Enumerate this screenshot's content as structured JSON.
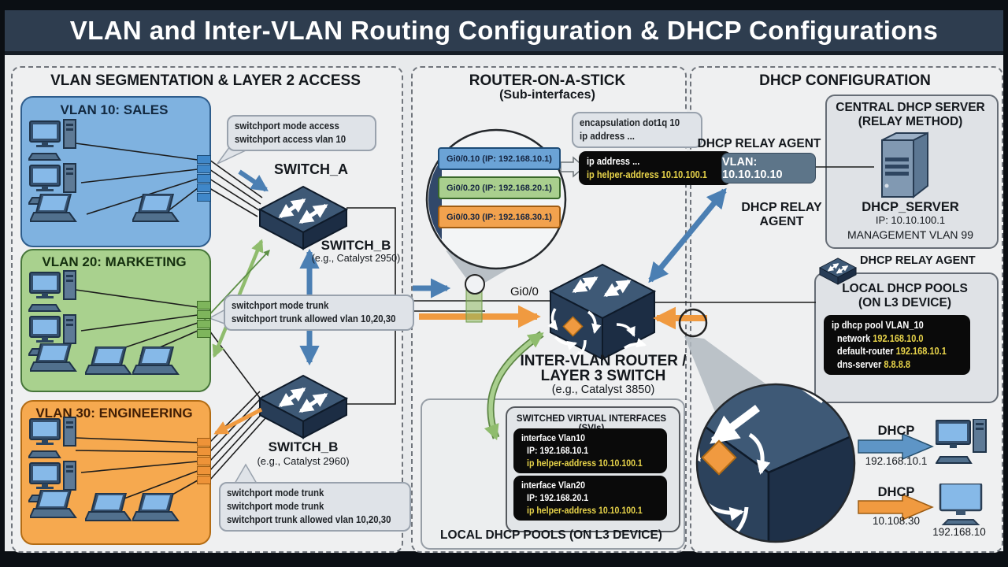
{
  "header": {
    "title": "VLAN and Inter-VLAN Routing Configuration & DHCP Configurations"
  },
  "colors": {
    "header": "#2e3d4f",
    "vlan10": "#7fb2e0",
    "vlan20": "#a9d18e",
    "vlan30": "#f6a94f",
    "yellow": "#e8d44a",
    "arrow_blue": "#4b7fb3",
    "arrow_orange": "#f09a40",
    "arrow_green": "#a9cf8e",
    "slate_box": "#5d7589",
    "code_bg": "#0a0a0a"
  },
  "left": {
    "title": "VLAN SEGMENTATION & LAYER 2 ACCESS",
    "vlan10_label": "VLAN 10: SALES",
    "vlan20_label": "VLAN 20: MARKETING",
    "vlan30_label": "VLAN 30: ENGINEERING",
    "callout_access": [
      "switchport mode access",
      "switchport access vlan 10"
    ],
    "switch_a_label": "SWITCH_A",
    "switch_b_top_label": "SWITCH_B",
    "switch_b_top_sub": "(e.g., Catalyst 2950)",
    "callout_trunk": [
      "switchport mode trunk",
      "switchport trunk allowed vlan 10,20,30"
    ],
    "switch_b_bottom_label": "SWITCH_B",
    "switch_b_bottom_sub": "(e.g., Catalyst 2960)",
    "callout_trunk2": [
      "switchport mode trunk",
      "switchport mode trunk",
      "switchport trunk allowed vlan 10,20,30"
    ]
  },
  "middle": {
    "title": "ROUTER-ON-A-STICK",
    "subtitle": "(Sub-interfaces)",
    "subif": [
      "Gi0/0.10 (IP: 192.168.10.1)",
      "Gi0/0.20 (IP: 192.168.20.1)",
      "Gi0/0.30 (IP: 192.168.30.1)"
    ],
    "callout_encap": [
      "encapsulation dot1q 10",
      "ip address ..."
    ],
    "code_helper": [
      "ip address ...",
      "ip helper-address 10.10.100.1"
    ],
    "gi_label": "Gi0/0",
    "router_line1": "INTER-VLAN ROUTER /",
    "router_line2": "LAYER 3 SWITCH",
    "router_sub": "(e.g., Catalyst 3850)",
    "svi_title": "SWITCHED VIRTUAL INTERFACES (SVIs)",
    "svi1": [
      "interface Vlan10",
      "IP: 192.168.10.1",
      "ip helper-address 10.10.100.1"
    ],
    "svi2": [
      "interface Vlan20",
      "IP: 192.168.20.1",
      "ip helper-address 10.10.100.1"
    ],
    "bottom_label": "LOCAL DHCP POOLS (ON L3 DEVICE)"
  },
  "right": {
    "title": "DHCP CONFIGURATION",
    "server_title1": "CENTRAL DHCP SERVER",
    "server_title2": "(RELAY METHOD)",
    "server_name": "DHCP_SERVER",
    "server_ip": "IP: 10.10.100.1",
    "server_mgmt": "MANAGEMENT VLAN 99",
    "relay_top": "DHCP RELAY AGENT",
    "vlan_value": "VLAN: 10.10.10.10",
    "relay_mid1": "DHCP RELAY",
    "relay_mid2": "AGENT",
    "relay_small": "DHCP RELAY AGENT",
    "pools_title1": "LOCAL DHCP POOLS",
    "pools_title2": "(ON L3 DEVICE)",
    "pool_line1": "ip dhcp pool VLAN_10",
    "pool_l2k": "network",
    "pool_l2v": "192.168.10.0",
    "pool_l3k": "default-router",
    "pool_l3v": "192.168.10.1",
    "pool_l4k": "dns-server",
    "pool_l4v": "8.8.8.8",
    "dhcp1_label": "DHCP",
    "dhcp1_ip": "192.168.10.1",
    "dhcp2_label": "DHCP",
    "dhcp2_ip": "10.108.30",
    "dhcp2_client": "192.168.10"
  }
}
